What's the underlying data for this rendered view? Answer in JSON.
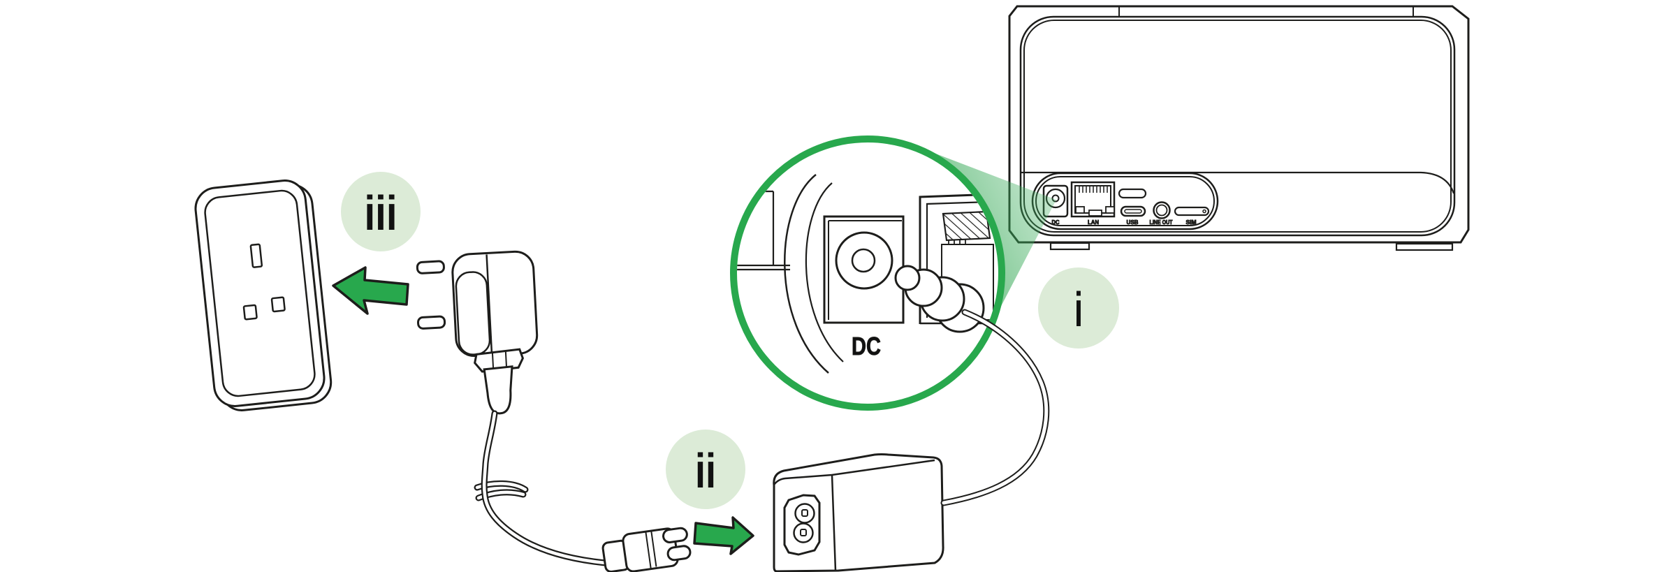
{
  "steps": {
    "one": "i",
    "two": "ii",
    "three": "iii"
  },
  "magnifier": {
    "port_label": "DC"
  },
  "rear_panel": {
    "ports": [
      {
        "label": "DC"
      },
      {
        "label": "LAN"
      },
      {
        "label": "USB"
      },
      {
        "label": "LINE OUT"
      },
      {
        "label": "SIM"
      }
    ]
  },
  "colors": {
    "accent_green": "#28a84d",
    "badge_green": "#dcebd7",
    "wedge_green": "#3fae5e",
    "line": "#1d1d1b"
  }
}
